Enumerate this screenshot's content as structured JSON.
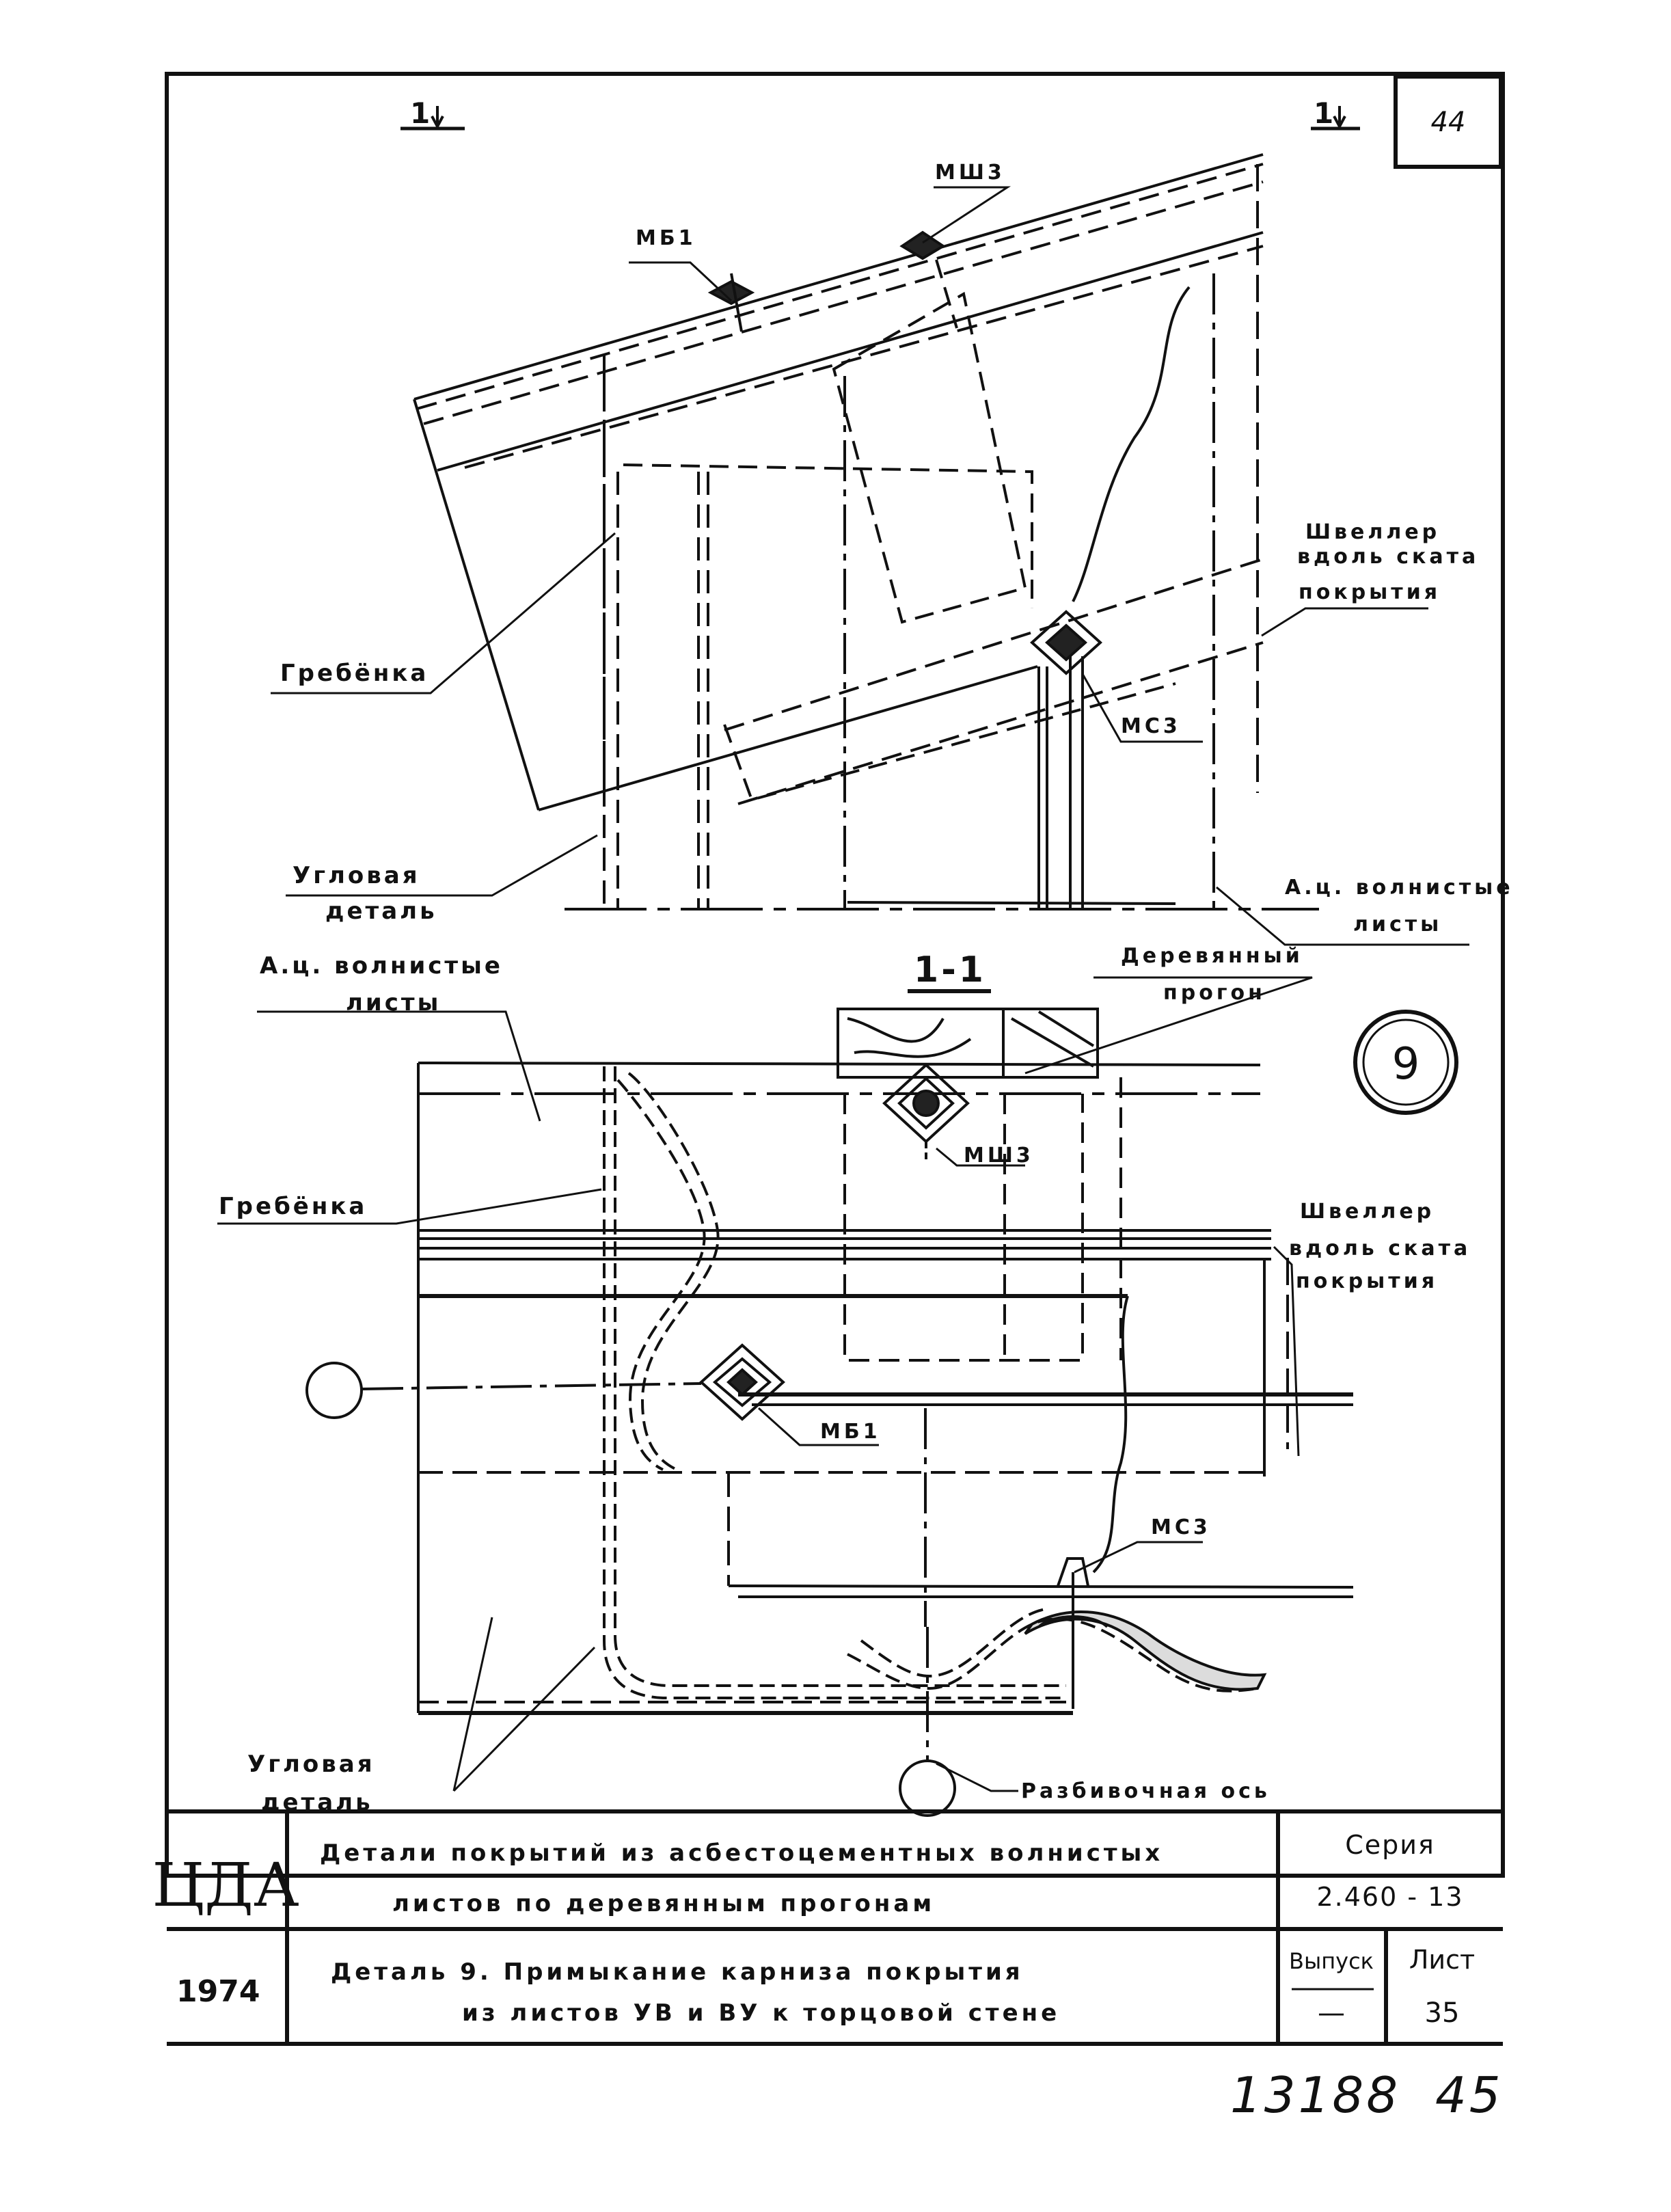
{
  "sheet_badge": "44",
  "section_marks": {
    "left": "1",
    "right": "1"
  },
  "upper_view": {
    "mb1": "МБ1",
    "msh3": "МШ3",
    "ms3": "МС3",
    "grebenka": "Гребёнка",
    "uglovaya_1": "Угловая",
    "uglovaya_2": "деталь",
    "shveller_1": "Швеллер",
    "shveller_2": "вдоль ската",
    "shveller_3": "покрытия",
    "ac_1": "А.ц. волнистые",
    "ac_2": "листы"
  },
  "lower_view": {
    "section_title": "1-1",
    "ac_1": "А.ц. волнистые",
    "ac_2": "листы",
    "derev_1": "Деревянный",
    "derev_2": "прогон",
    "detail_number": "9",
    "msh3": "МШ3",
    "grebenka": "Гребёнка",
    "shveller_1": "Швеллер",
    "shveller_2": "вдоль ската",
    "shveller_3": "покрытия",
    "mb1": "МБ1",
    "ms3": "МС3",
    "uglovaya_1": "Угловая",
    "uglovaya_2": "деталь",
    "razb_os": "Разбивочная ось"
  },
  "title_block": {
    "logo": "ЦДА",
    "year": "1974",
    "title_line1": "Детали покрытий из асбестоцементных волнистых",
    "title_line2": "листов по деревянным прогонам",
    "series_label": "Серия",
    "series_value": "2.460 - 13",
    "detail_line1": "Деталь 9.   Примыкание карниза покрытия",
    "detail_line2": "из листов УВ и ВУ к торцовой стене",
    "issue_label": "Выпуск",
    "issue_value": "—",
    "sheet_label": "Лист",
    "sheet_value": "35"
  },
  "handwritten": {
    "number": "13188",
    "page": "45"
  }
}
